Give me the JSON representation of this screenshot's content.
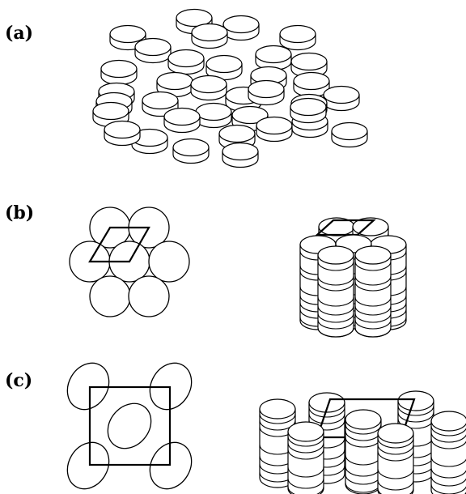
{
  "panels": [
    {
      "label": "(a)"
    },
    {
      "label": "(b)"
    },
    {
      "label": "(c)"
    }
  ],
  "colors": {
    "stroke": "#000000",
    "fill": "#ffffff"
  }
}
